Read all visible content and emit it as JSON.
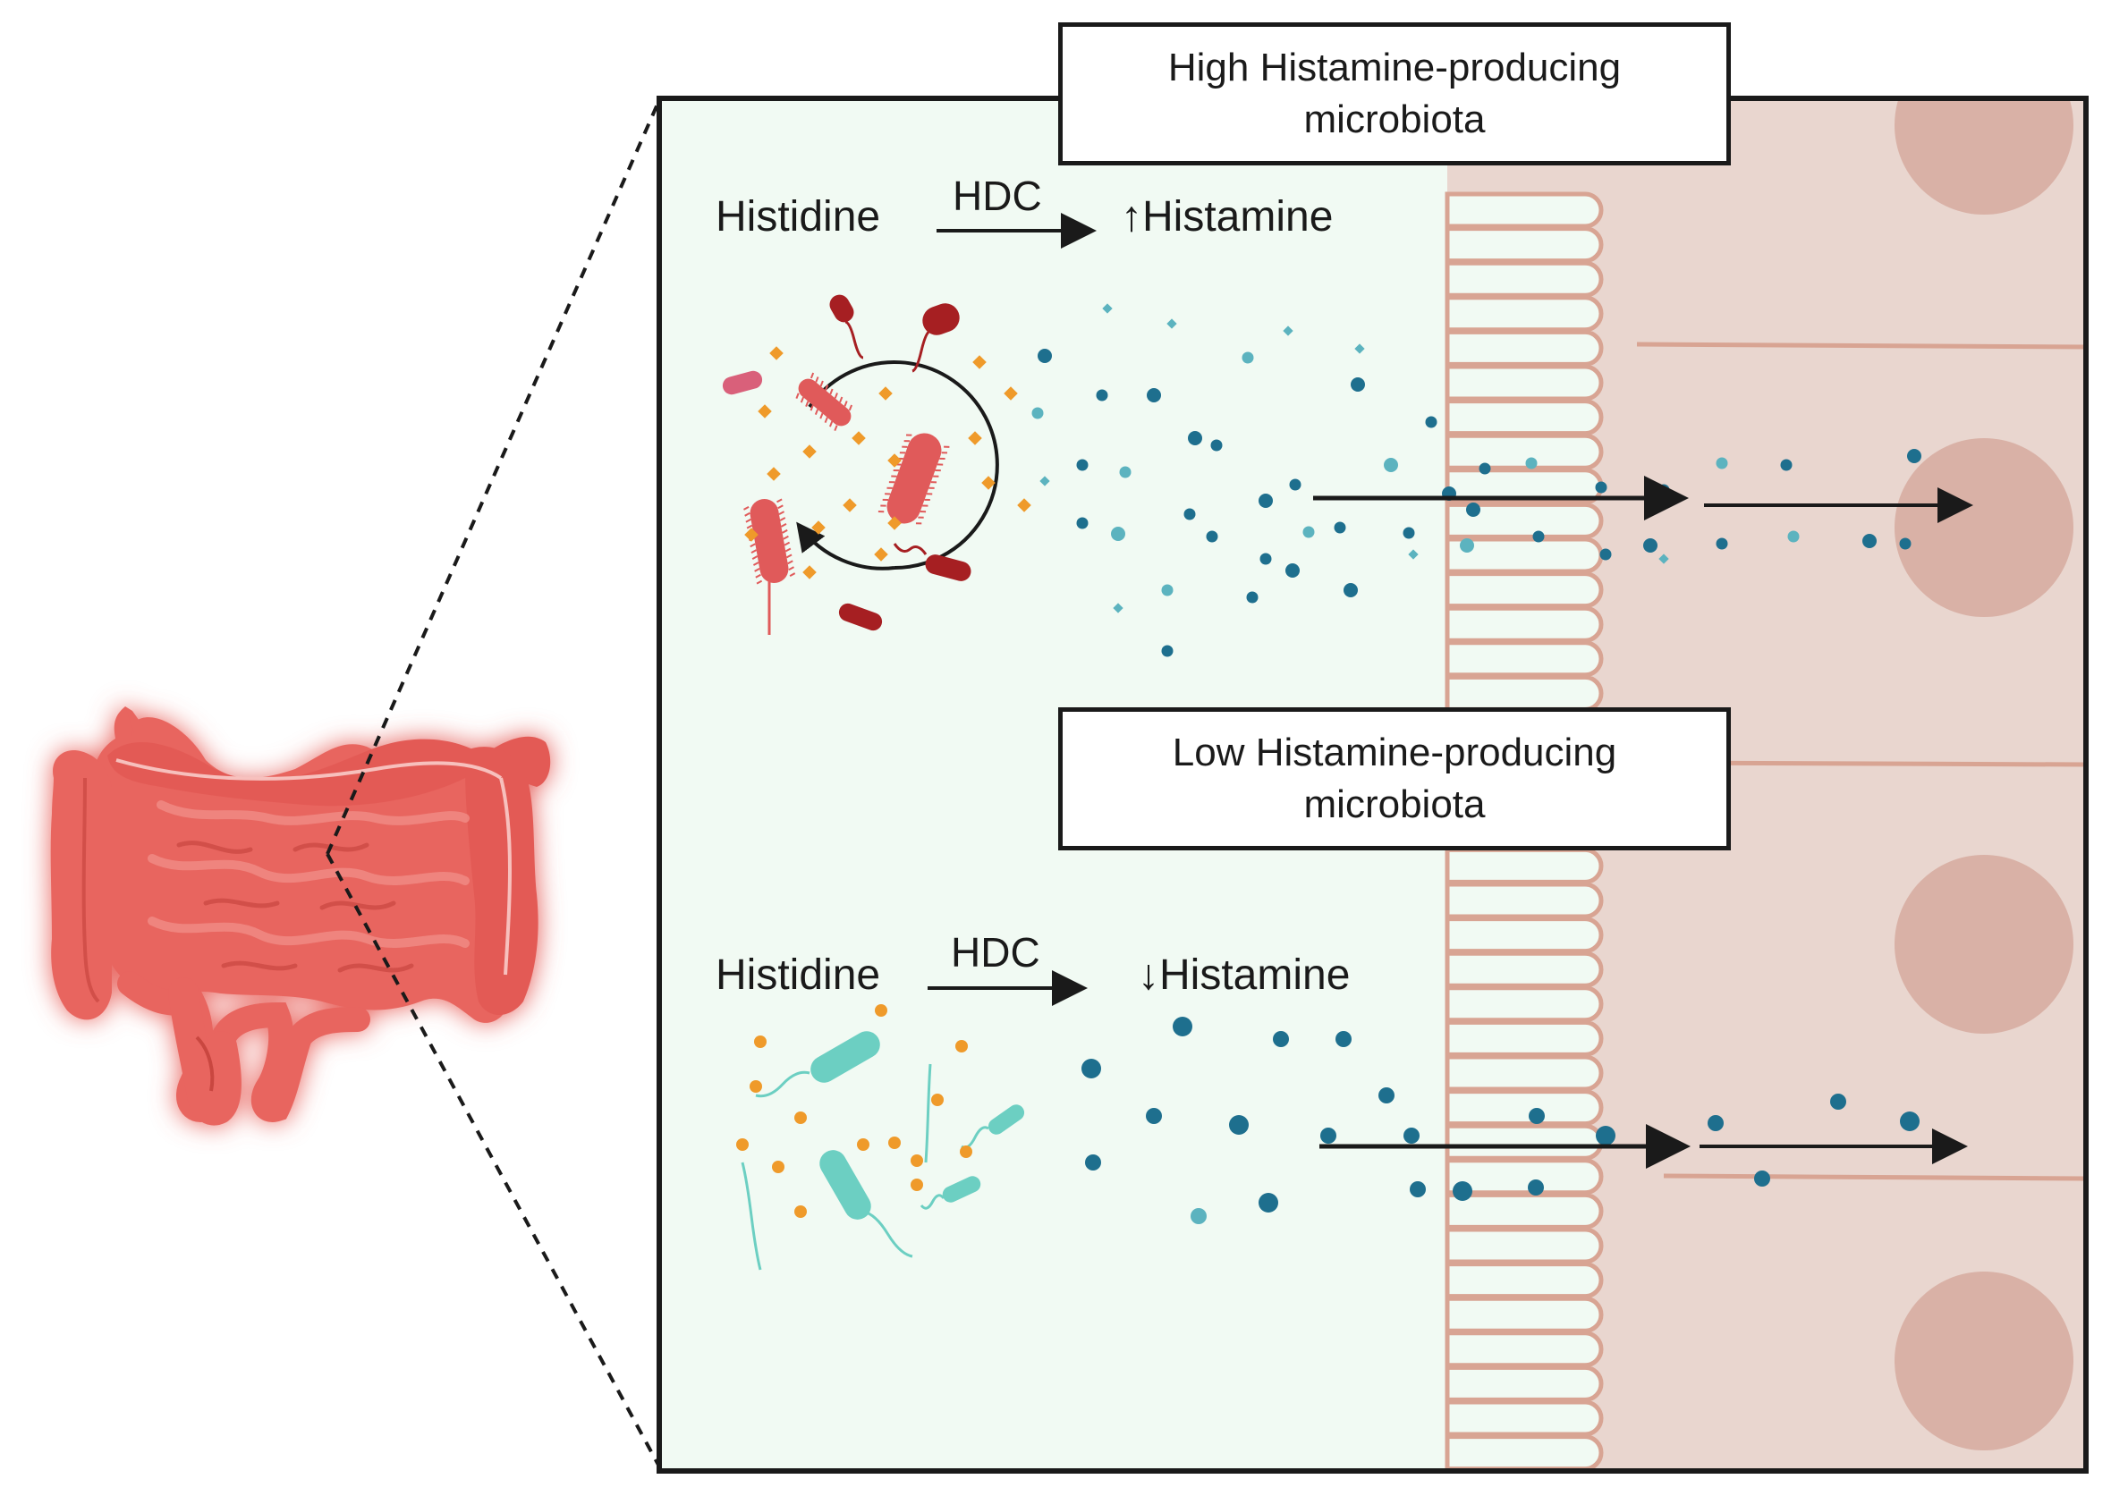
{
  "colors": {
    "lumen_bg": "#f1faf3",
    "epithelium": "#e9d6cf",
    "epithelium_line": "#d8a493",
    "nucleus": "#d9b1a6",
    "gut": "#e8655f",
    "gut_glow": "#ff5a55",
    "red_bacteria": "#e05a5a",
    "dark_red_bacteria": "#a61f22",
    "teal_bacteria": "#6ccfc2",
    "histidine_dot": "#ef9a2a",
    "histamine_dot": "#1e6f8e",
    "histamine_dot_light": "#5cb3bf",
    "arrow": "#1a1a1a"
  },
  "icons": {
    "intestine": "intestine-icon",
    "bacteria": "bacteria-icon",
    "cycle_arrow": "cycle-arrow-icon"
  },
  "panel_high": {
    "title_line1": "High Histamine-producing",
    "title_line2": "microbiota",
    "substrate": "Histidine",
    "enzyme": "HDC",
    "product": "↑Histamine"
  },
  "panel_low": {
    "title_line1": "Low Histamine-producing",
    "title_line2": "microbiota",
    "substrate": "Histidine",
    "enzyme": "HDC",
    "product": "↓Histamine"
  }
}
